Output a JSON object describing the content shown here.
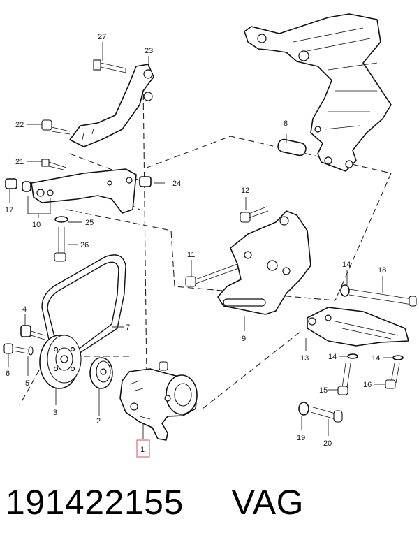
{
  "caption": {
    "part_number": "191422155",
    "brand": "VAG"
  },
  "callouts": [
    "1",
    "2",
    "3",
    "4",
    "5",
    "6",
    "7",
    "8",
    "9",
    "10",
    "11",
    "12",
    "13",
    "14",
    "14",
    "14",
    "15",
    "16",
    "17",
    "18",
    "19",
    "20",
    "21",
    "22",
    "23",
    "24",
    "25",
    "26",
    "27"
  ],
  "highlighted_callout": "1",
  "colors": {
    "line": "#111111",
    "highlight": "#e06b7a",
    "background": "#ffffff"
  }
}
